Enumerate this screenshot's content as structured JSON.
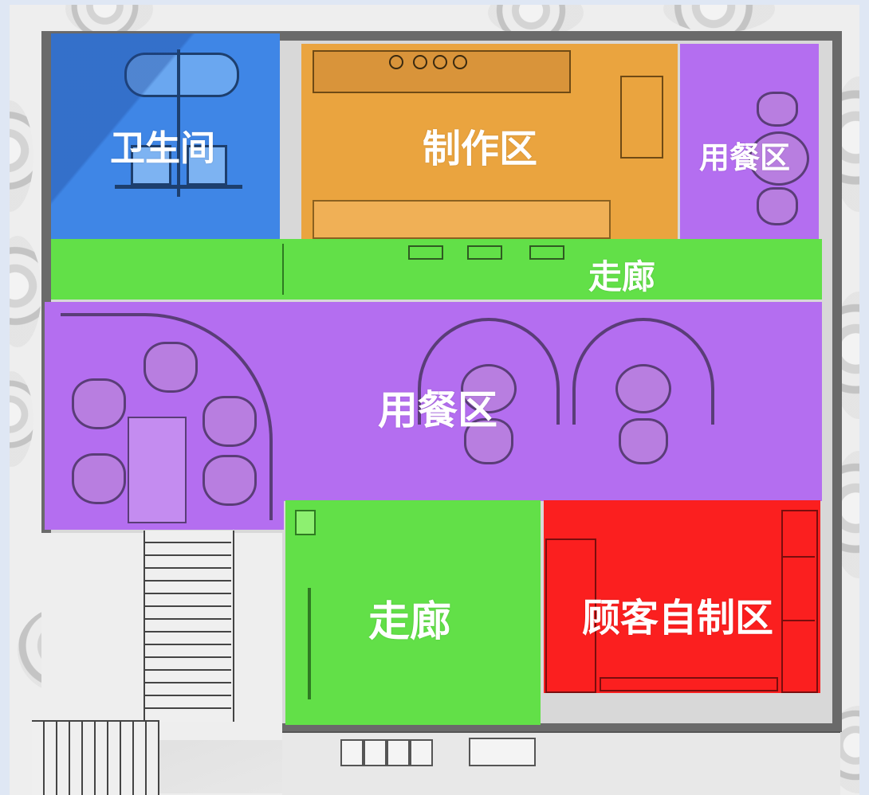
{
  "colors": {
    "background": "#dfe7f4",
    "wall": "#5c5c5c",
    "restroom": "#3f86e6",
    "kitchen": "#eaa43f",
    "dining": "#b46ef0",
    "corridor": "#62e048",
    "self_service": "#fb1f1f"
  },
  "zones": {
    "restroom": {
      "label": "卫生间"
    },
    "kitchen": {
      "label": "制作区"
    },
    "dining_small": {
      "label": "用餐区"
    },
    "corridor_top": {
      "label": "走廊"
    },
    "dining_main": {
      "label": "用餐区"
    },
    "corridor_bottom": {
      "label": "走廊"
    },
    "self_service": {
      "label": "顾客自制区"
    }
  }
}
